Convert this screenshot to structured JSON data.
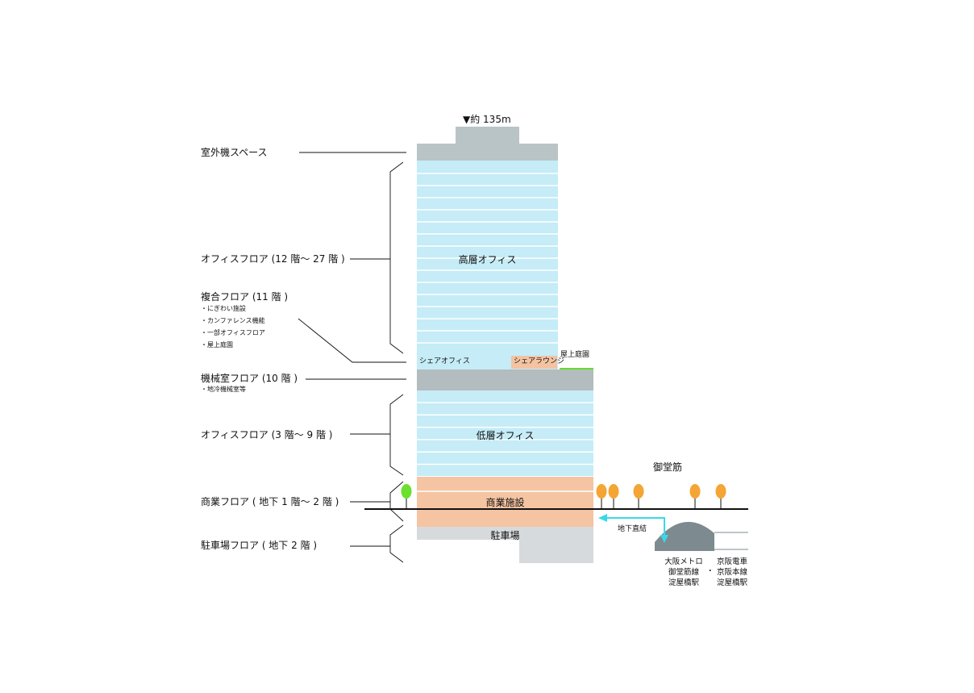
{
  "height_marker": "▼約 135m",
  "floors": {
    "outdoor_units": "室外機スペース",
    "high_office": "オフィスフロア (12 階〜 27 階 )",
    "mixed": "複合フロア (11 階 )",
    "mixed_items": [
      "・にぎわい施設",
      "・カンファレンス機能",
      "・一部オフィスフロア",
      "・屋上庭園"
    ],
    "mechanical": "機械室フロア (10 階 )",
    "mechanical_items": [
      "・地冷機械室等"
    ],
    "low_office": "オフィスフロア (3 階〜 9 階 )",
    "commercial": "商業フロア ( 地下 1 階〜 2 階 )",
    "parking": "駐車場フロア ( 地下 2 階 )"
  },
  "zones": {
    "high_office": "高層オフィス",
    "share_office": "シェアオフィス",
    "share_lounge": "シェアラウンジ",
    "rooftop_garden": "屋上庭園",
    "low_office": "低層オフィス",
    "commercial": "商業施設",
    "parking": "駐車場"
  },
  "street": "御堂筋",
  "underground_link": "地下直結",
  "stations": {
    "metro": [
      "大阪メトロ",
      "御堂筋線",
      "淀屋橋駅"
    ],
    "separator": "・",
    "keihan": [
      "京阪電車",
      "京阪本線",
      "淀屋橋駅"
    ]
  },
  "colors": {
    "office": "#c5ecf7",
    "roof": "#b9c4c7",
    "mechanical": "#b3bcbe",
    "commercial": "#f5c4a2",
    "parking": "#d6dadc",
    "lounge": "#f3c3a2",
    "garden_line": "#64dc32",
    "tree_orange": "#f4a534",
    "tree_green": "#6be02e",
    "arrow": "#3ad8ec",
    "station_dome": "#7d8b90"
  }
}
